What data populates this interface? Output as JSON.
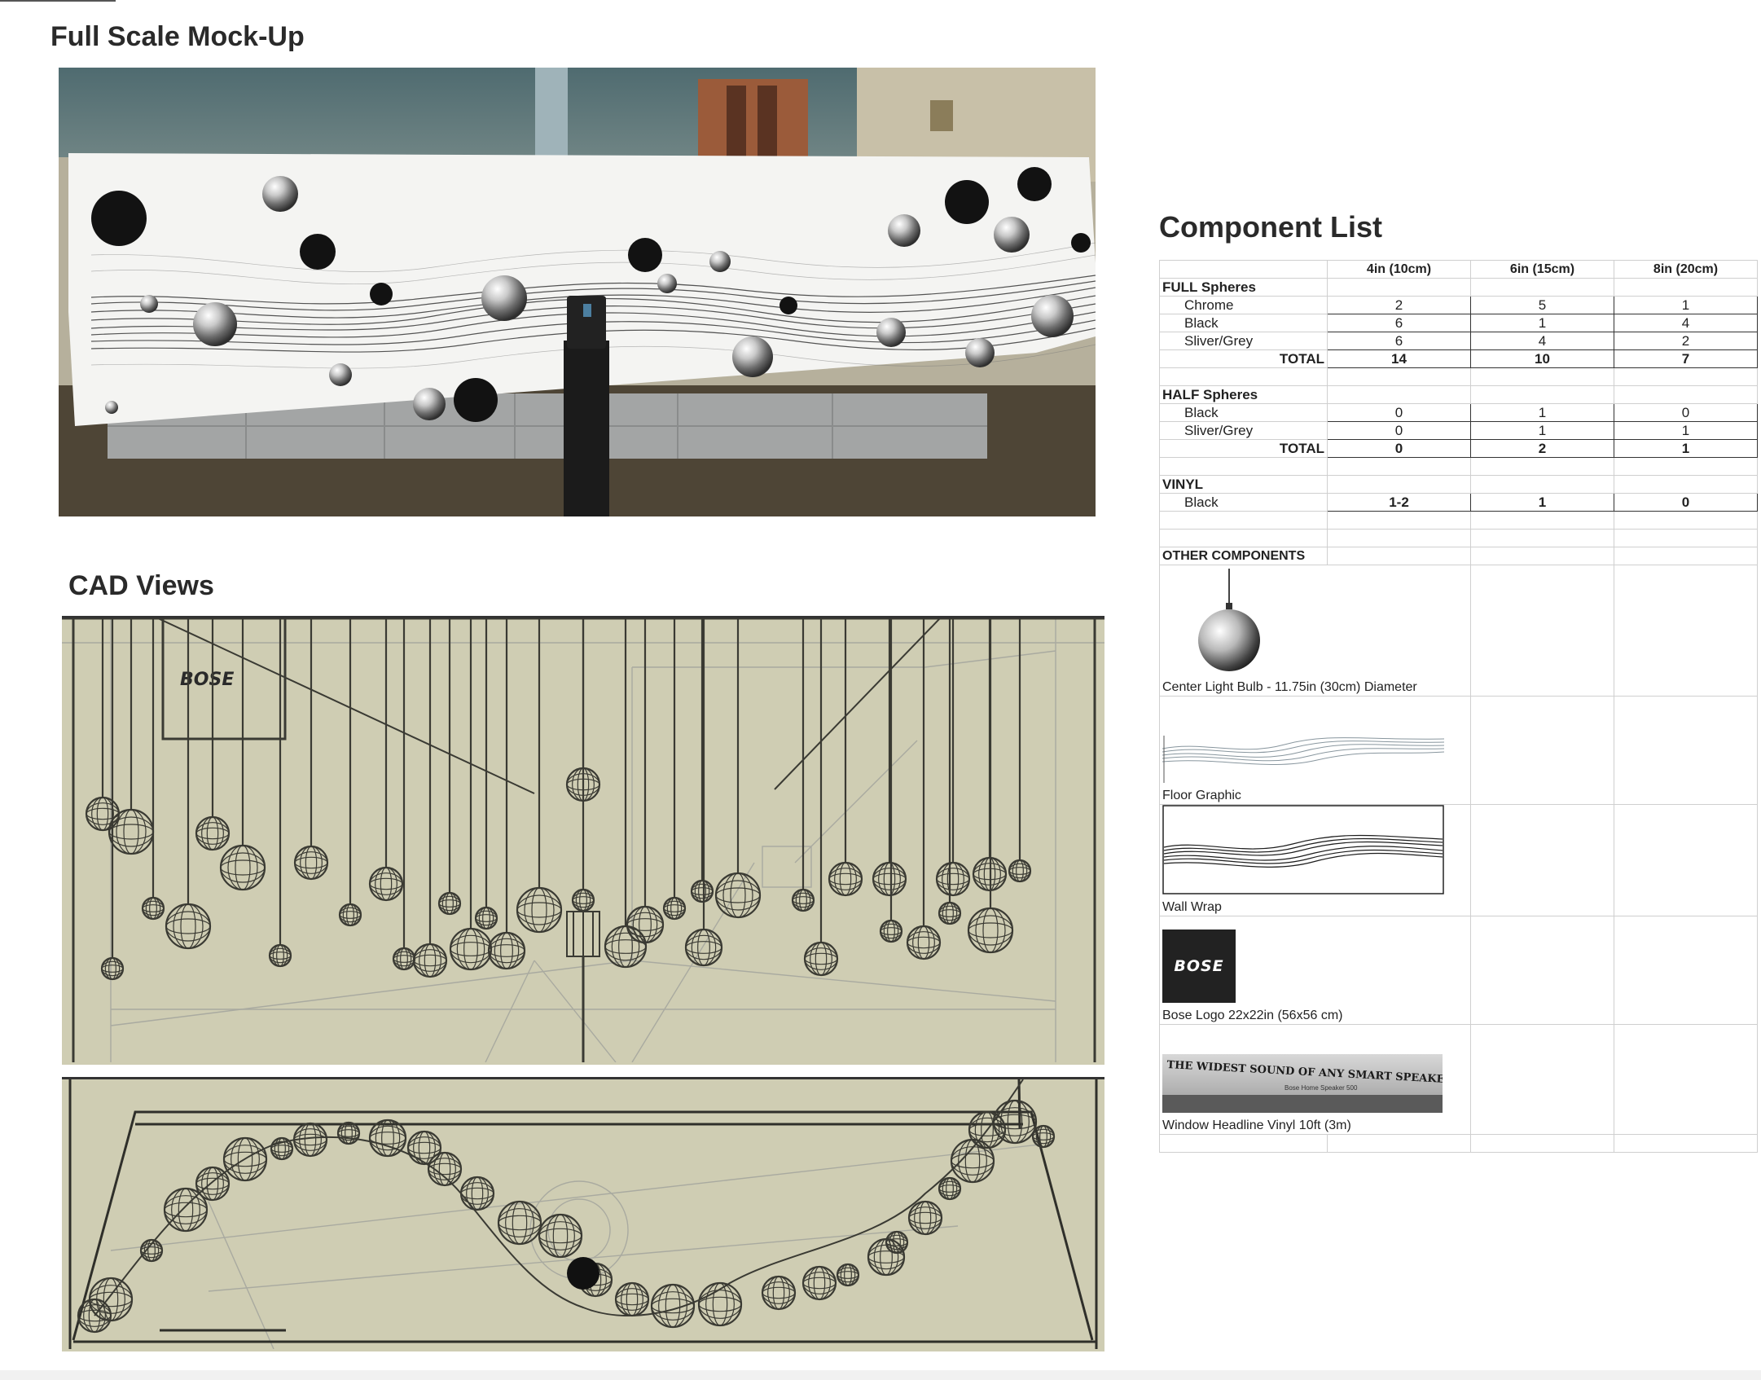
{
  "mockup": {
    "title": "Full Scale Mock-Up"
  },
  "cad": {
    "title": "CAD Views"
  },
  "components": {
    "title": "Component List",
    "sizes": [
      "4in (10cm)",
      "6in (15cm)",
      "8in (20cm)"
    ],
    "full_spheres": {
      "label": "FULL Spheres",
      "rows": [
        {
          "name": "Chrome",
          "values": [
            "2",
            "5",
            "1"
          ]
        },
        {
          "name": "Black",
          "values": [
            "6",
            "1",
            "4"
          ]
        },
        {
          "name": "Sliver/Grey",
          "values": [
            "6",
            "4",
            "2"
          ]
        }
      ],
      "total_label": "TOTAL",
      "totals": [
        "14",
        "10",
        "7"
      ]
    },
    "half_spheres": {
      "label": "HALF Spheres",
      "rows": [
        {
          "name": "Black",
          "values": [
            "0",
            "1",
            "0"
          ]
        },
        {
          "name": "Sliver/Grey",
          "values": [
            "0",
            "1",
            "1"
          ]
        }
      ],
      "total_label": "TOTAL",
      "totals": [
        "0",
        "2",
        "1"
      ]
    },
    "vinyl": {
      "label": "VINYL",
      "rows": [
        {
          "name": "Black",
          "values": [
            "1-2",
            "1",
            "0"
          ]
        }
      ]
    },
    "other": {
      "label": "OTHER COMPONENTS",
      "items": [
        {
          "caption": "Center Light Bulb - 11.75in (30cm) Diameter"
        },
        {
          "caption": "Floor Graphic"
        },
        {
          "caption": "Wall Wrap"
        },
        {
          "caption": "Bose Logo 22x22in (56x56 cm)",
          "logo_text": "BOSE"
        },
        {
          "caption": "Window Headline Vinyl 10ft (3m)",
          "headline": "THE WIDEST SOUND OF ANY SMART SPEAKER",
          "subline": "Bose Home Speaker 500"
        }
      ]
    }
  },
  "colors": {
    "cad_background": "#cfcdb3",
    "cad_lines": "#3a3a33",
    "photo_wall": "#5d7376",
    "photo_carpet": "#4e4536"
  },
  "cad_logo_text": "BOSE"
}
